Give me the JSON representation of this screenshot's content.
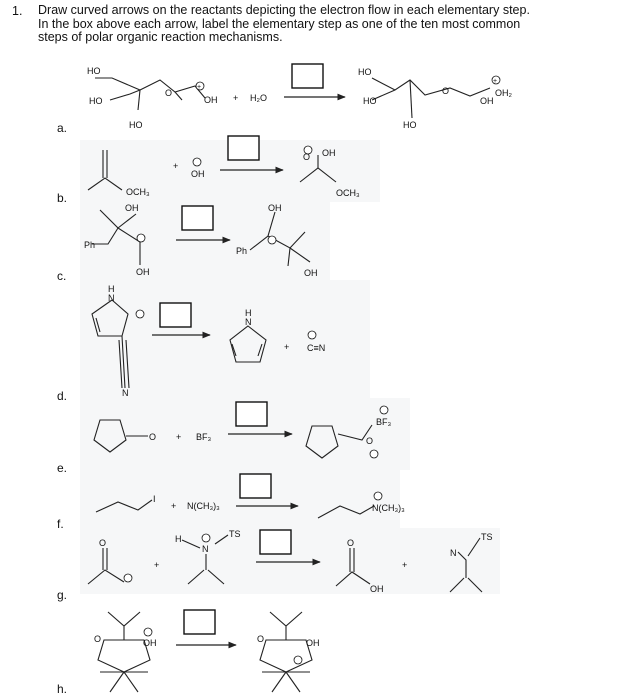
{
  "question": {
    "number": "1.",
    "lines": [
      "Draw curved arrows on the reactants depicting the electron flow in each elementary step.",
      "In the box above each arrow, label the elementary step as one of the ten most common",
      "steps of polar organic reaction mechanisms."
    ]
  },
  "parts": [
    "a.",
    "b.",
    "c.",
    "d.",
    "e.",
    "f.",
    "g.",
    "h."
  ],
  "labels": {
    "ho": "HO",
    "oh": "OH",
    "h2o": "H₂O",
    "och3": "OCH₃",
    "ph": "Ph",
    "bf3": "BF₃",
    "nme3": "N(CH₃)₃",
    "ts": "TS",
    "oh2": "OH₂",
    "h": "H",
    "n": "N",
    "o": "O",
    "i": "I",
    "plus": "+",
    "pos": "⊕",
    "neg": "⊖",
    "cyanide": "C≡N"
  }
}
